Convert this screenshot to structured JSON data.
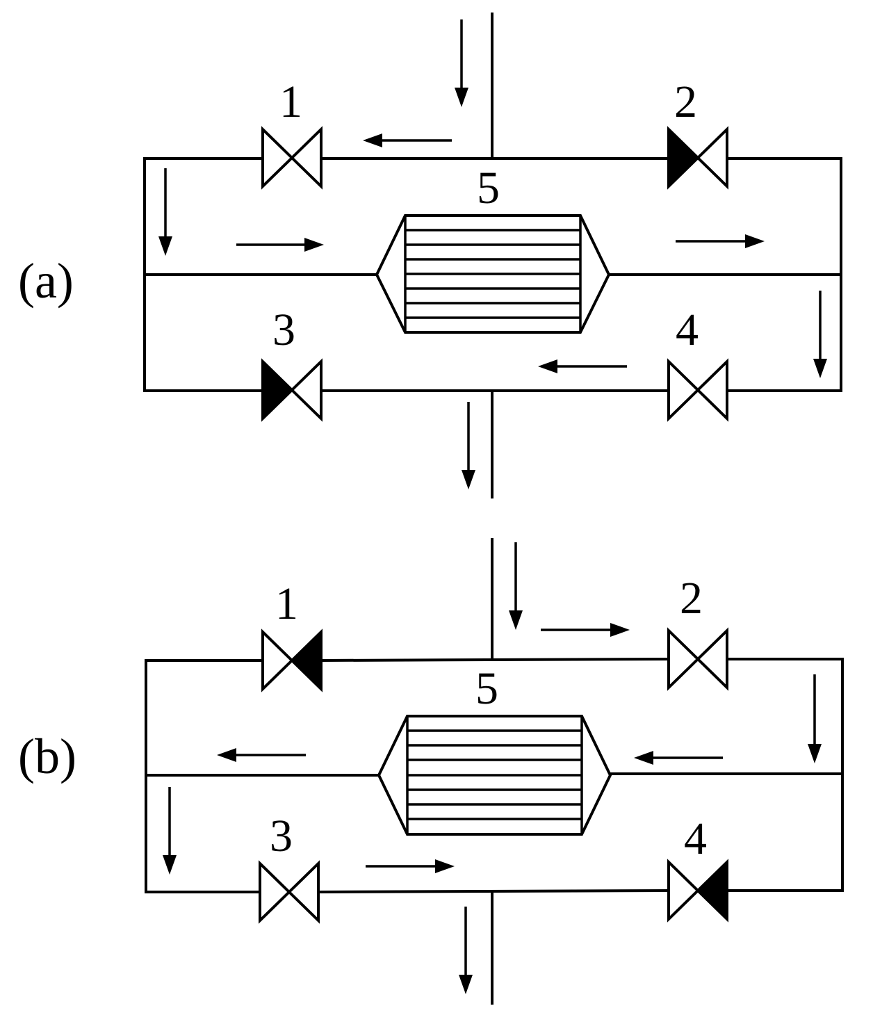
{
  "panels": [
    {
      "id": "a",
      "label": "(a)",
      "labels": {
        "valve_1": "1",
        "valve_2": "2",
        "valve_3": "3",
        "valve_4": "4",
        "heat_exchanger": "5"
      },
      "closed_valves": [
        "2",
        "3"
      ]
    },
    {
      "id": "b",
      "label": "(b)",
      "labels": {
        "valve_1": "1",
        "valve_2": "2",
        "valve_3": "3",
        "valve_4": "4",
        "heat_exchanger": "5"
      },
      "closed_valves": [
        "1",
        "4"
      ]
    }
  ],
  "colors": {
    "line": "#000000",
    "background": "#ffffff"
  }
}
